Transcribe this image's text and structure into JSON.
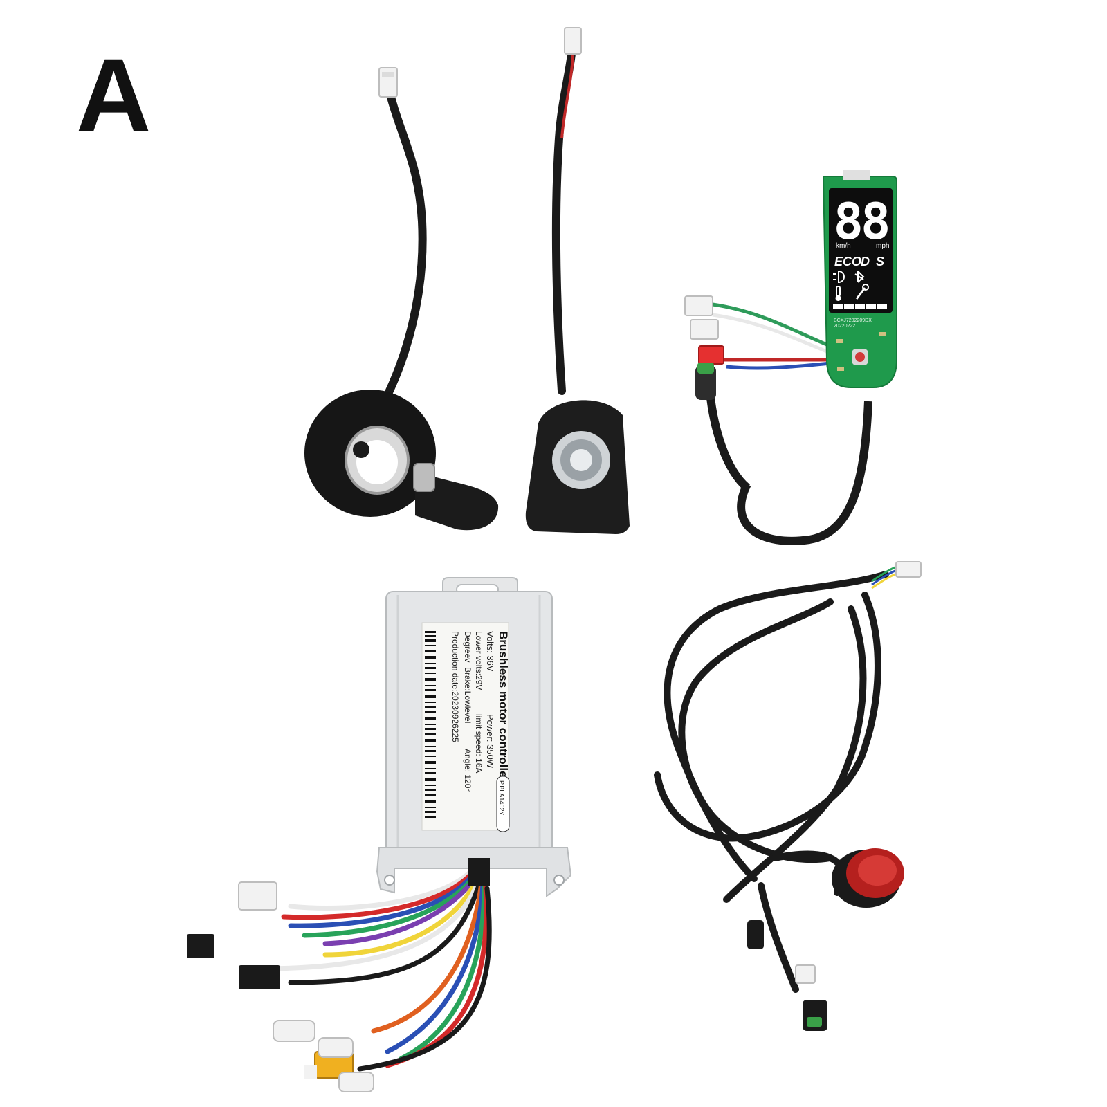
{
  "variant_label": "A",
  "display": {
    "speed_digits": "88",
    "unit_kmh": "km/h",
    "unit_mph": "mph",
    "mode_eco": "ECO",
    "mode_d": "D",
    "mode_s": "S",
    "board_code": "BCXJ7202209DX",
    "board_date": "20220222"
  },
  "controller_label": {
    "title": "Brushless motor controller",
    "volts": "Volts:  36V",
    "power": "Power: 350W",
    "lower_volts": "Lower volts:29V",
    "limit_speed": "limit speed: 16A",
    "degree": "Degreev",
    "brake": "Brake:Lowlevel",
    "angle": "Angle: 120°",
    "production_date": "Production date:20230926225",
    "model_tag": "P.BLA1452Y"
  },
  "colors": {
    "cable": "#1a1a1a",
    "pcb": "#1f9a4c",
    "aluminum": "#e4e6e8",
    "tail_light": "#b5201e"
  }
}
